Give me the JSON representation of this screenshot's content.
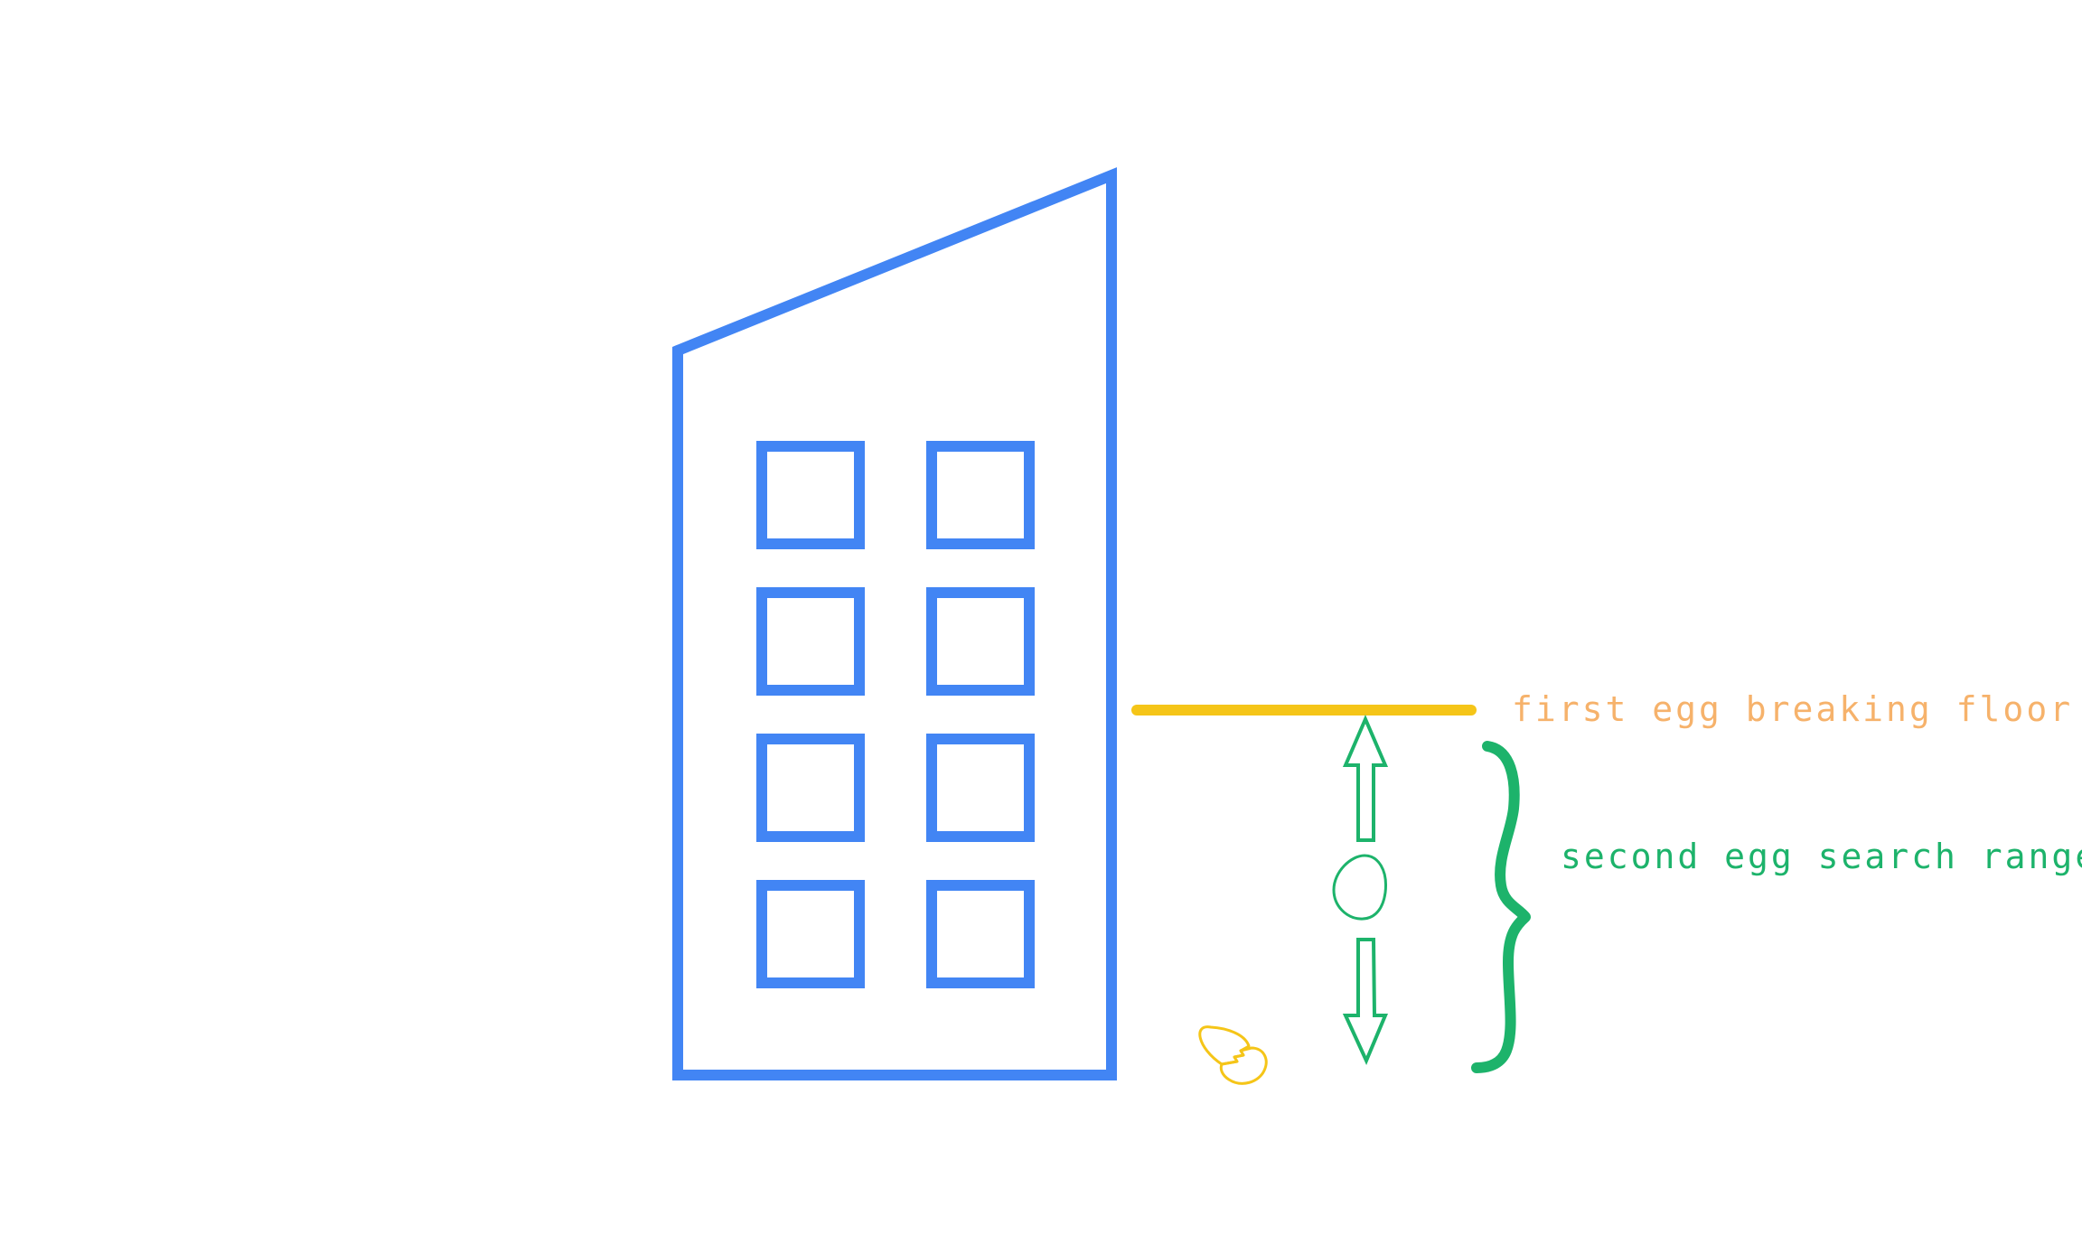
{
  "labels": {
    "first_egg_breaking_floor": "first egg breaking floor",
    "second_egg_search_range": "second egg search range"
  },
  "colors": {
    "building": "#4285f4",
    "first_egg_line": "#f5c518",
    "first_egg_label": "#f6b26b",
    "second_egg": "#1db36b",
    "broken_egg": "#f5c518",
    "background": "#ffffff"
  },
  "icons": {
    "building": "building-icon",
    "intact_egg": "egg-icon",
    "broken_egg": "broken-egg-icon",
    "up_arrow": "arrow-up-icon",
    "down_arrow": "arrow-down-icon",
    "brace": "curly-brace-icon"
  },
  "building": {
    "window_grid": {
      "rows": 4,
      "columns": 2
    }
  }
}
